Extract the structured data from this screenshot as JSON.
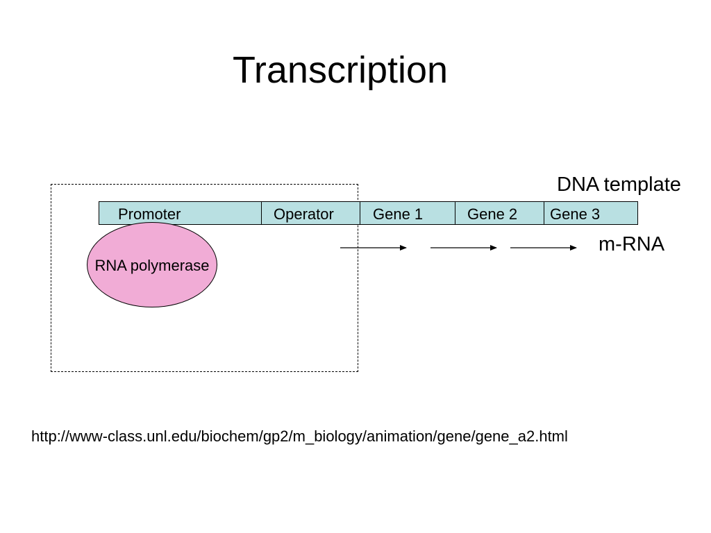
{
  "title": "Transcription",
  "dna_template_label": "DNA template",
  "mrna_label": "m-RNA",
  "dna_segments": [
    "Promoter",
    "Operator",
    "Gene 1",
    "Gene 2",
    "Gene 3"
  ],
  "polymerase_label": "RNA polymerase",
  "source_url": "http://www-class.unl.edu/biochem/gp2/m_biology/animation/gene/gene_a2.html",
  "colors": {
    "dna_strip": "#b9e0e2",
    "polymerase": "#f1acd6"
  }
}
